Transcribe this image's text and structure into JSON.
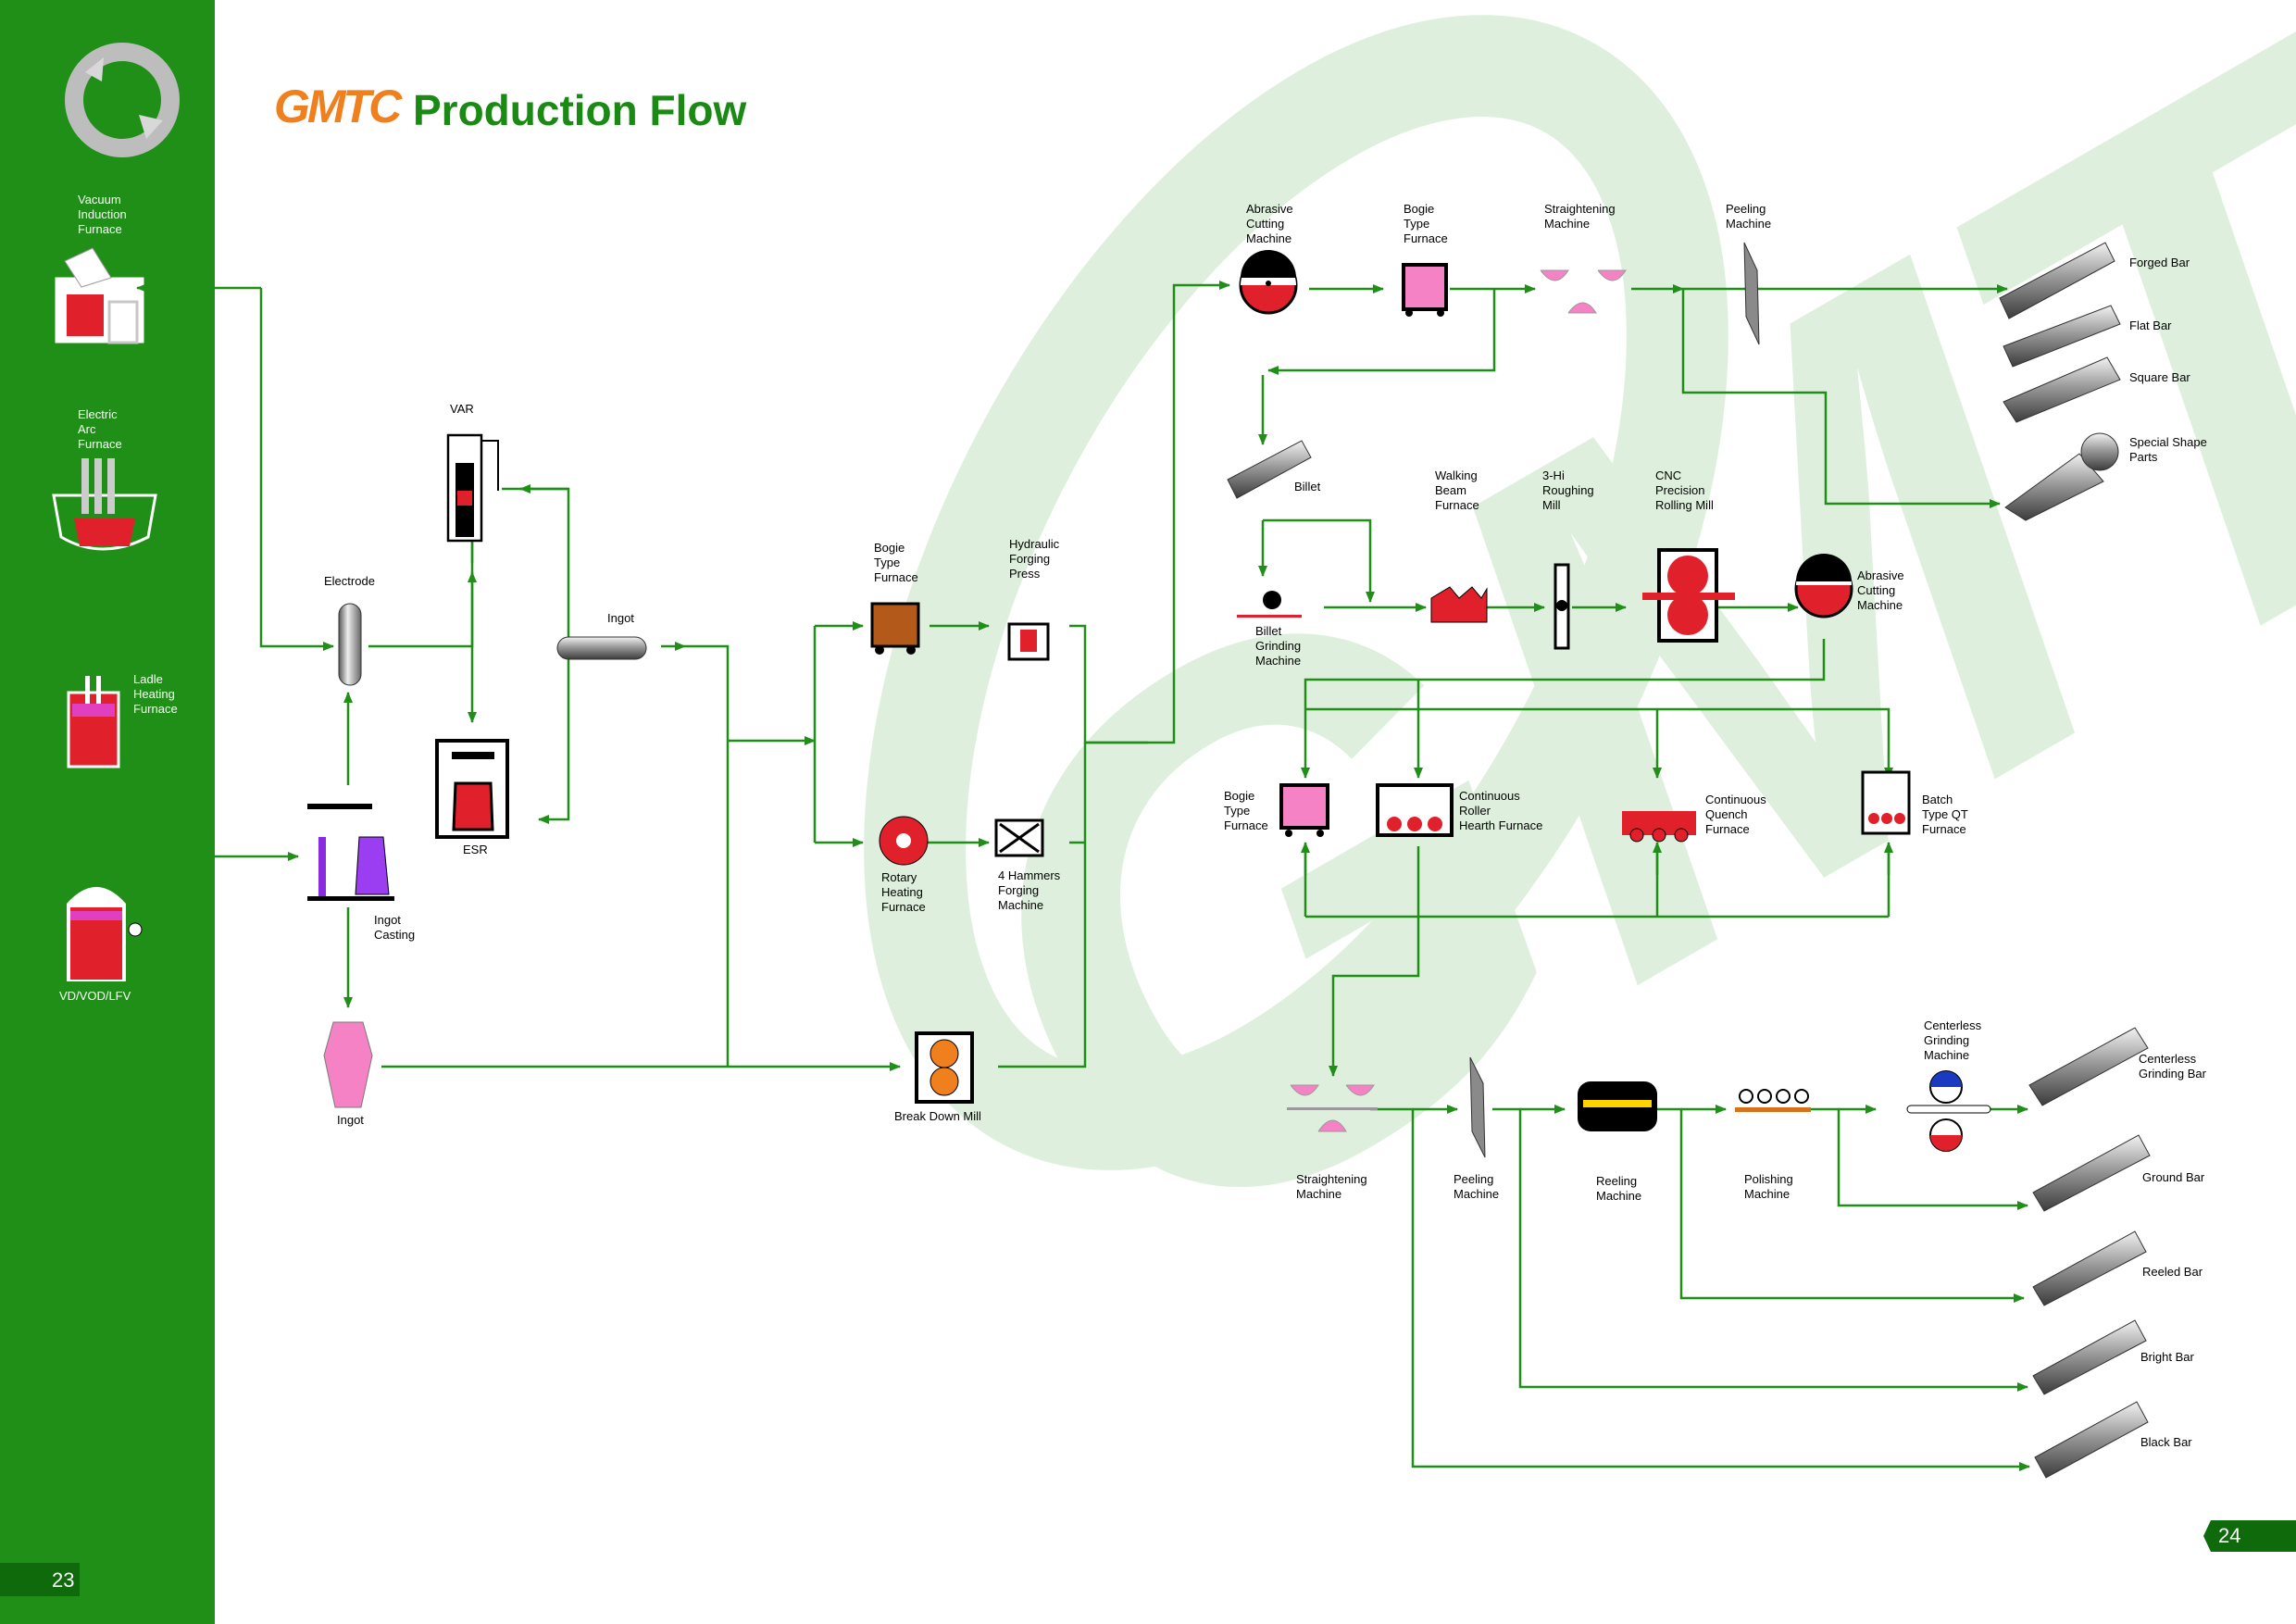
{
  "header": {
    "logo_text": "GMTC",
    "title": "Production Flow",
    "logo_color": "#f07f1e",
    "brand_green": "#1f8f17"
  },
  "pages": {
    "left": "23",
    "right": "24"
  },
  "watermark": "GMTC",
  "sidebar": {
    "vim": "Vacuum\nInduction\nFurnace",
    "eaf": "Electric\nArc\nFurnace",
    "lhf": "Ladle\nHeating\nFurnace",
    "vd": "VD/VOD/LFV"
  },
  "labels": {
    "var": "VAR",
    "electrode": "Electrode",
    "esr": "ESR",
    "ingot_bar": "Ingot",
    "ingot_casting": "Ingot\nCasting",
    "ingot": "Ingot",
    "bogie1": "Bogie\nType\nFurnace",
    "hyd_press": "Hydraulic\nForging\nPress",
    "rotary": "Rotary\nHeating\nFurnace",
    "hammers": "4 Hammers\nForging\nMachine",
    "breakdown": "Break Down Mill",
    "abrasive1": "Abrasive\nCutting\nMachine",
    "bogie2": "Bogie\nType\nFurnace",
    "straight1": "Straightening\nMachine",
    "peeling1": "Peeling\nMachine",
    "billet": "Billet",
    "billet_grind": "Billet\nGrinding\nMachine",
    "walking": "Walking\nBeam\nFurnace",
    "roughing": "3-Hi\nRoughing\nMill",
    "cnc": "CNC\nPrecision\nRolling Mill",
    "abrasive2": "Abrasive\nCutting\nMachine",
    "bogie3": "Bogie\nType\nFurnace",
    "roller_hearth": "Continuous\nRoller\nHearth Furnace",
    "quench": "Continuous\nQuench\nFurnace",
    "batch_qt": "Batch\nType QT\nFurnace",
    "straight2": "Straightening\nMachine",
    "peeling2": "Peeling\nMachine",
    "reeling": "Reeling\nMachine",
    "polishing": "Polishing\nMachine",
    "centerless": "Centerless\nGrinding\nMachine"
  },
  "products_top": [
    "Forged Bar",
    "Flat Bar",
    "Square Bar",
    "Special Shape\nParts"
  ],
  "products_bottom": [
    "Centerless\nGrinding Bar",
    "Ground Bar",
    "Reeled Bar",
    "Bright Bar",
    "Black Bar"
  ]
}
